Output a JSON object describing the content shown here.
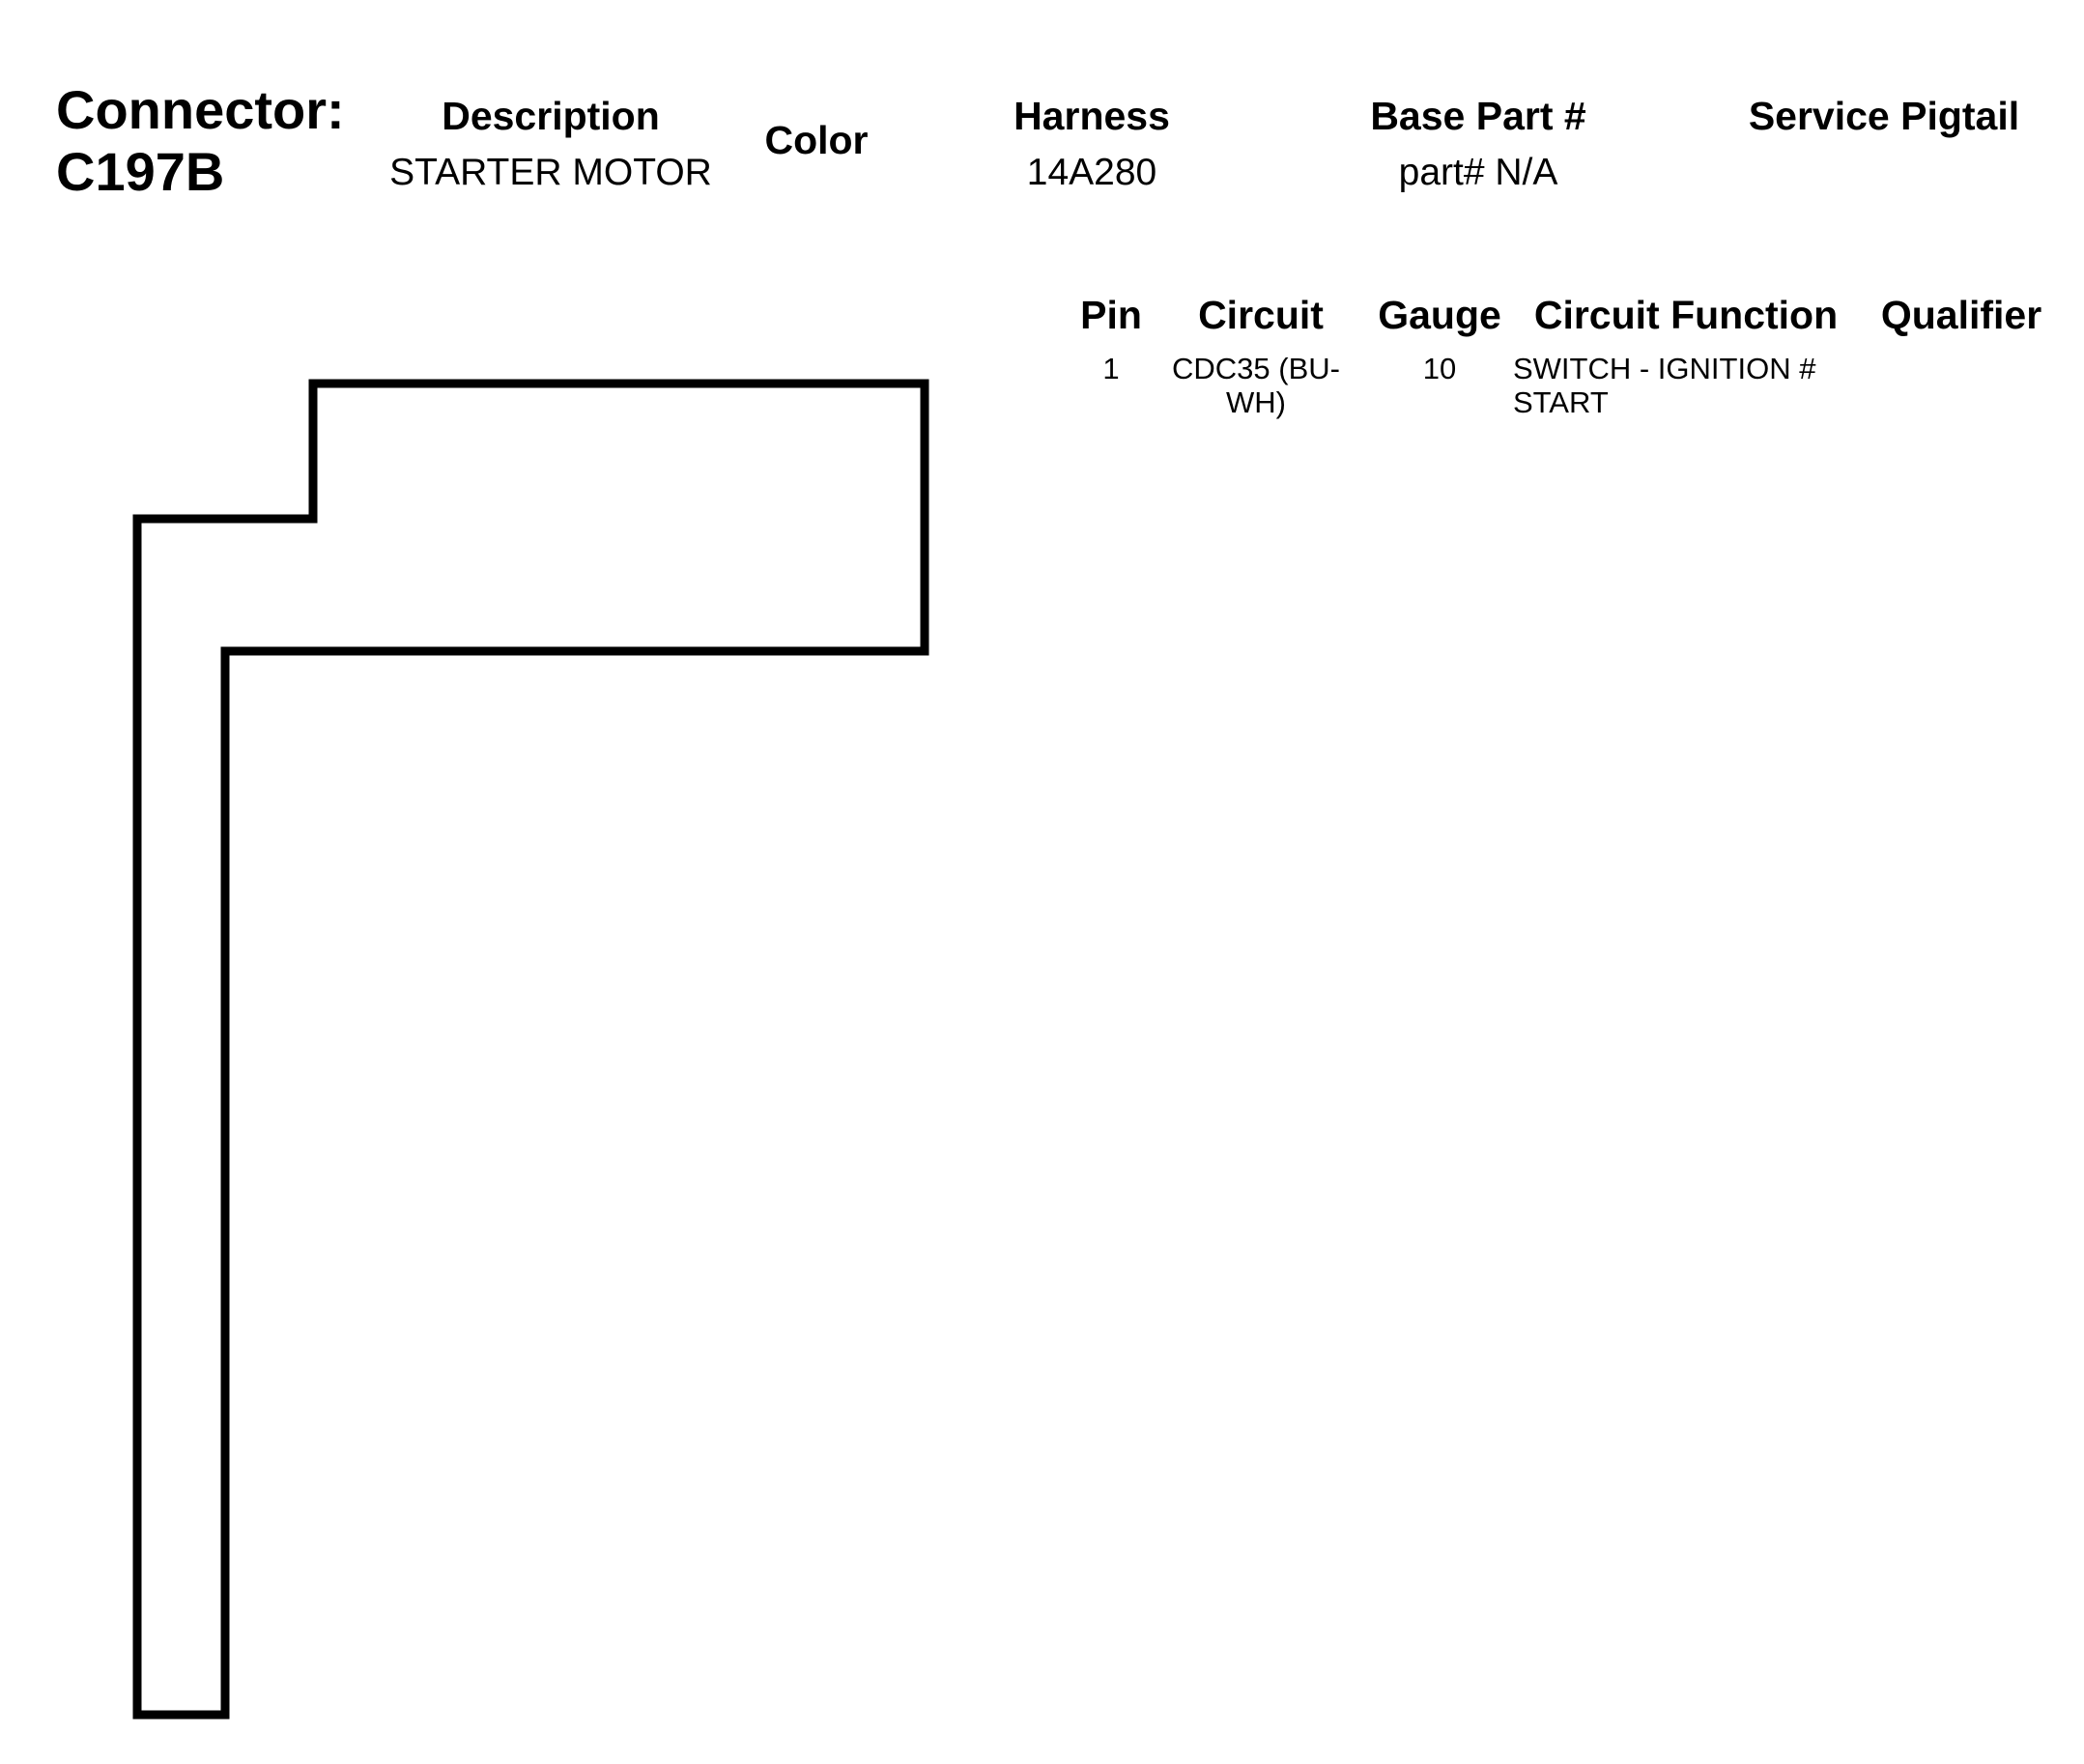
{
  "connector": {
    "label": "Connector:",
    "id": "C197B"
  },
  "header": {
    "description_label": "Description",
    "description_value": "STARTER MOTOR",
    "color_label": "Color",
    "harness_label": "Harness",
    "harness_value": "14A280",
    "base_part_label": "Base Part #",
    "base_part_value": "part# N/A",
    "service_pigtail_label": "Service Pigtail"
  },
  "pin_table": {
    "columns": [
      "Pin",
      "Circuit",
      "Gauge",
      "Circuit Function",
      "Qualifier"
    ],
    "rows": [
      {
        "pin": "1",
        "circuit": "CDC35 (BU-WH)",
        "gauge": "10",
        "circuit_function": "SWITCH - IGNITION # START",
        "qualifier": ""
      }
    ]
  },
  "colors": {
    "stroke": "#000000",
    "background": "#ffffff"
  }
}
